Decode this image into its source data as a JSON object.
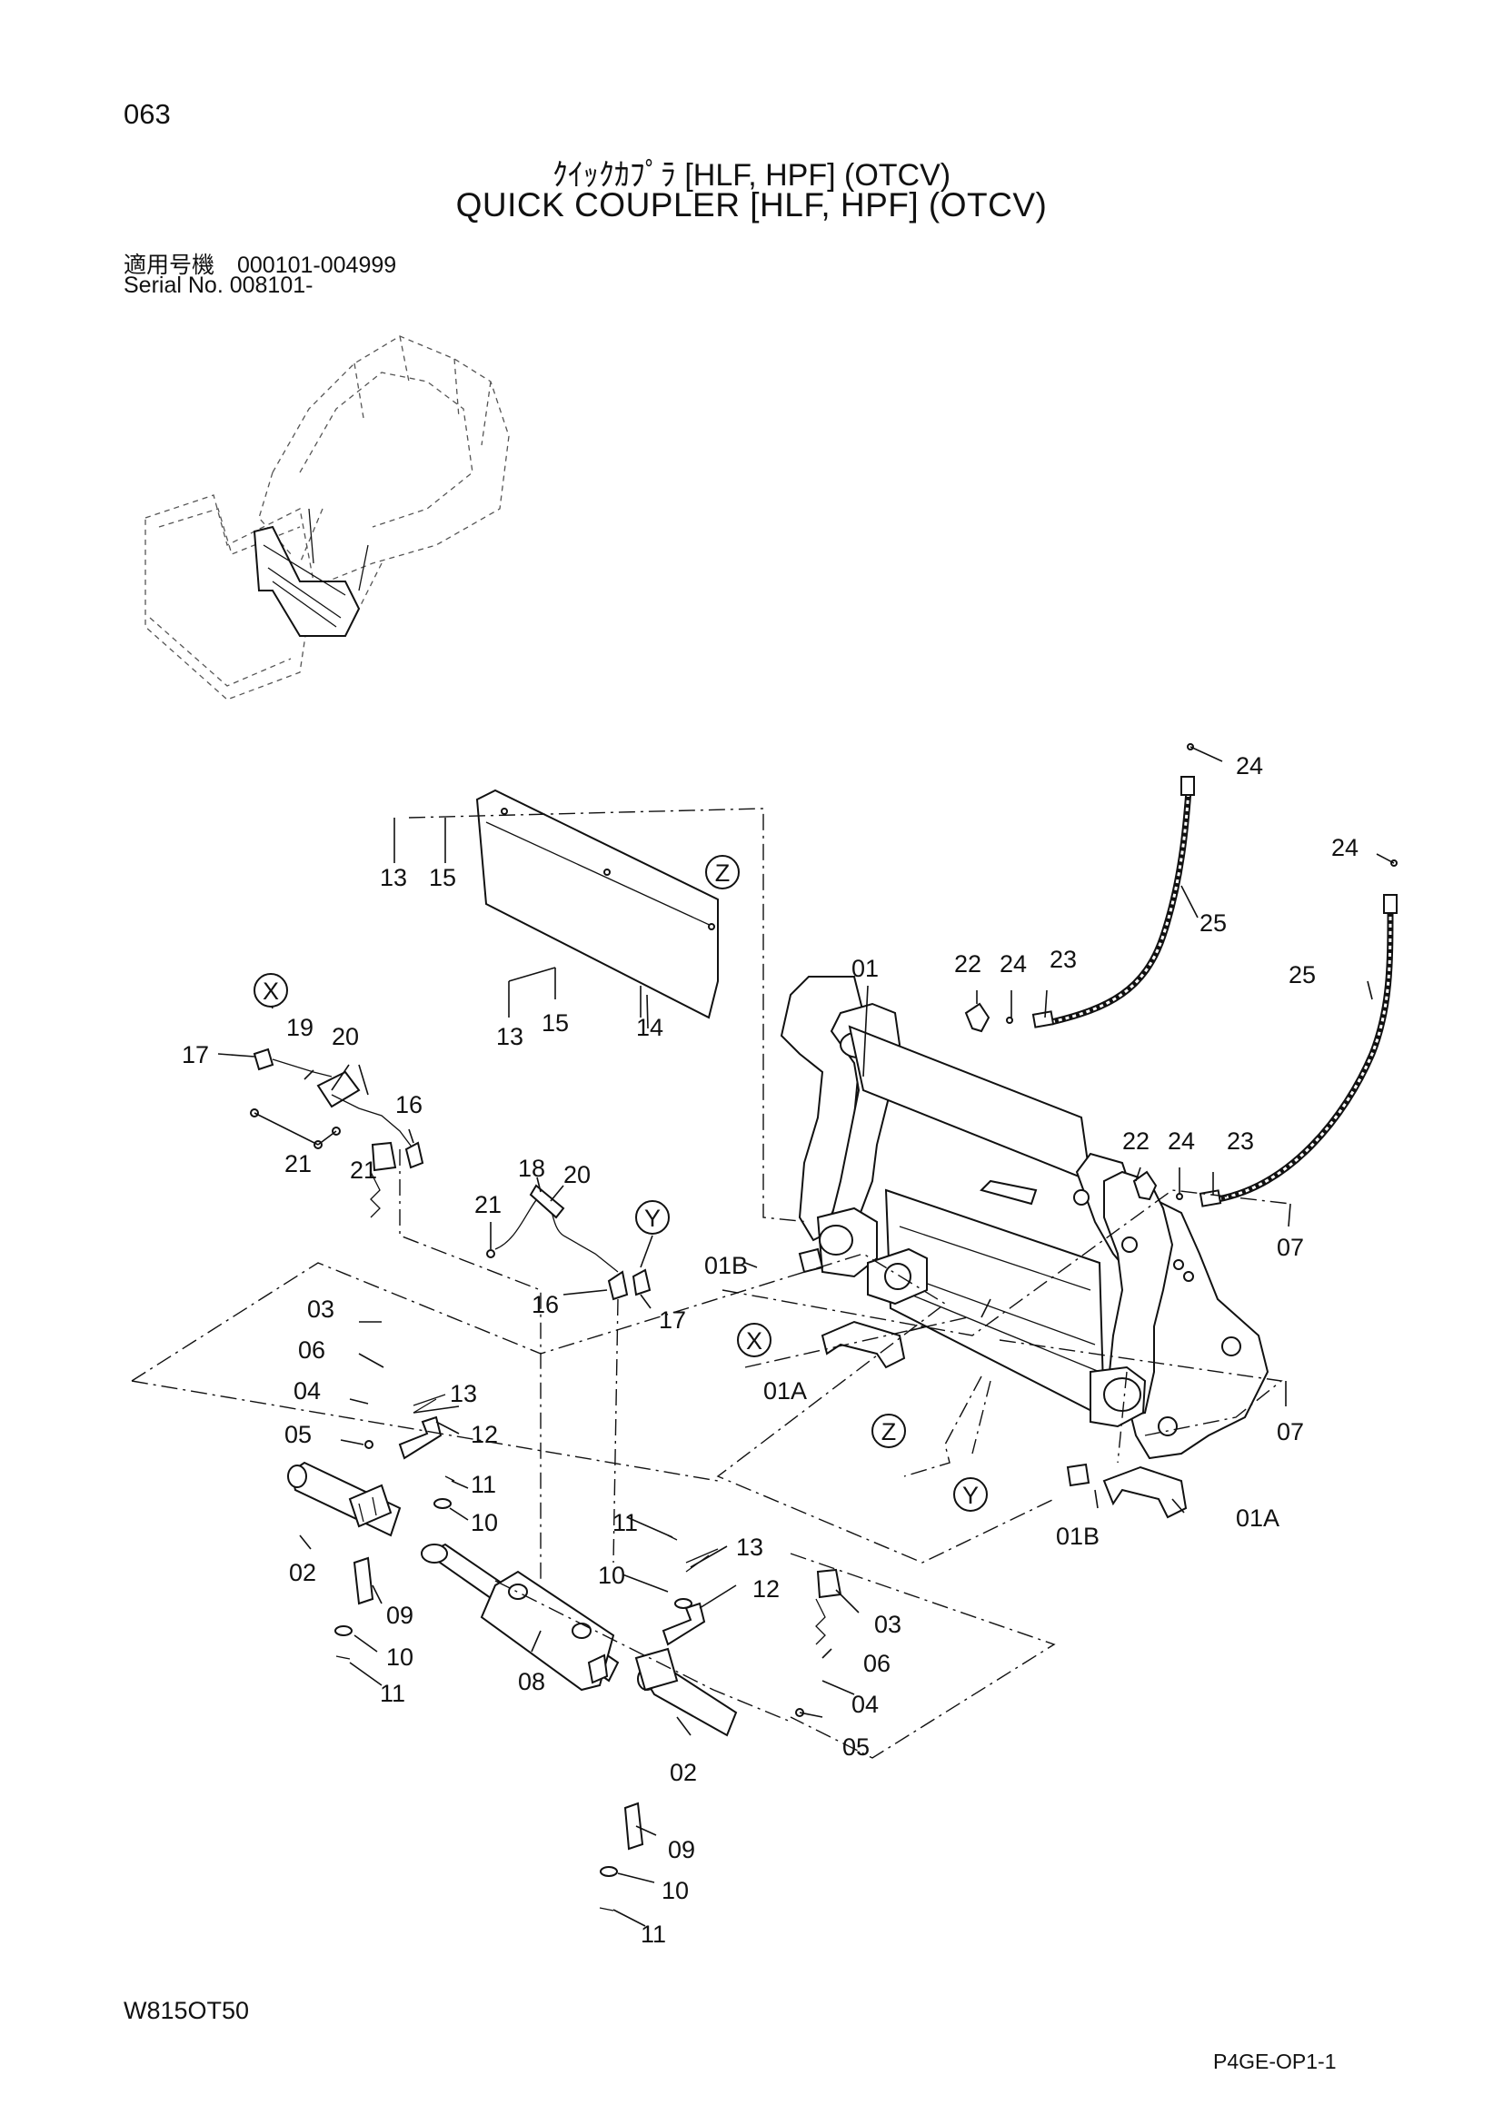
{
  "header": {
    "page_number": "063",
    "title_jp": "ｸｲｯｸｶﾌﾟﾗ [HLF, HPF] (OTCV)",
    "title_en": "QUICK COUPLER [HLF, HPF] (OTCV)",
    "serial_jp": "適用号機　000101-004999",
    "serial_en": "Serial  No.  008101-"
  },
  "footer": {
    "drawing_code": "W815OT50",
    "page_ref": "P4GE-OP1-1"
  },
  "callouts": {
    "X": "X",
    "Y": "Y",
    "Z": "Z"
  },
  "labels": {
    "p24a": "24",
    "p24b": "24",
    "p25a": "25",
    "p25b": "25",
    "p13a": "13",
    "p15a": "15",
    "p15b": "15",
    "p13b": "13",
    "p14": "14",
    "p01": "01",
    "p22a": "22",
    "p24c": "24",
    "p23a": "23",
    "p22b": "22",
    "p24d": "24",
    "p23b": "23",
    "p17a": "17",
    "p19": "19",
    "p20a": "20",
    "p16a": "16",
    "p21a": "21",
    "p21b": "21",
    "p18": "18",
    "p20b": "20",
    "p21c": "21",
    "p16b": "16",
    "p17b": "17",
    "p01B_a": "01B",
    "p07a": "07",
    "p01A_a": "01A",
    "p07b": "07",
    "p01B_b": "01B",
    "p01A_b": "01A",
    "p03a": "03",
    "p06a": "06",
    "p04a": "04",
    "p05a": "05",
    "p13c": "13",
    "p12a": "12",
    "p11a": "11",
    "p10a": "10",
    "p02a": "02",
    "p09a": "09",
    "p10b": "10",
    "p11b": "11",
    "p08": "08",
    "p11c": "11",
    "p13d": "13",
    "p10c": "10",
    "p12b": "12",
    "p03b": "03",
    "p06b": "06",
    "p04b": "04",
    "p05b": "05",
    "p02b": "02",
    "p09b": "09",
    "p10d": "10",
    "p11d": "11"
  }
}
